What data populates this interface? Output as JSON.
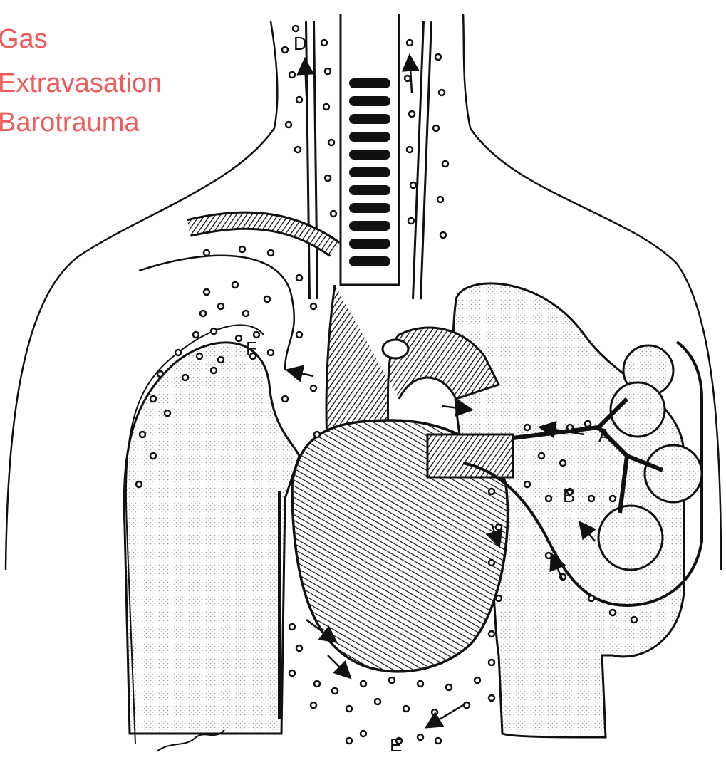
{
  "title_lines": [
    "Gas",
    "Extravasation",
    "Barotrauma"
  ],
  "title_color": "#f05a5a",
  "labels": {
    "a": "A",
    "b": "B",
    "d": "D",
    "e": "E",
    "f": "F"
  },
  "ink_color": "#111111",
  "lung_fill": "#dcdcdc"
}
